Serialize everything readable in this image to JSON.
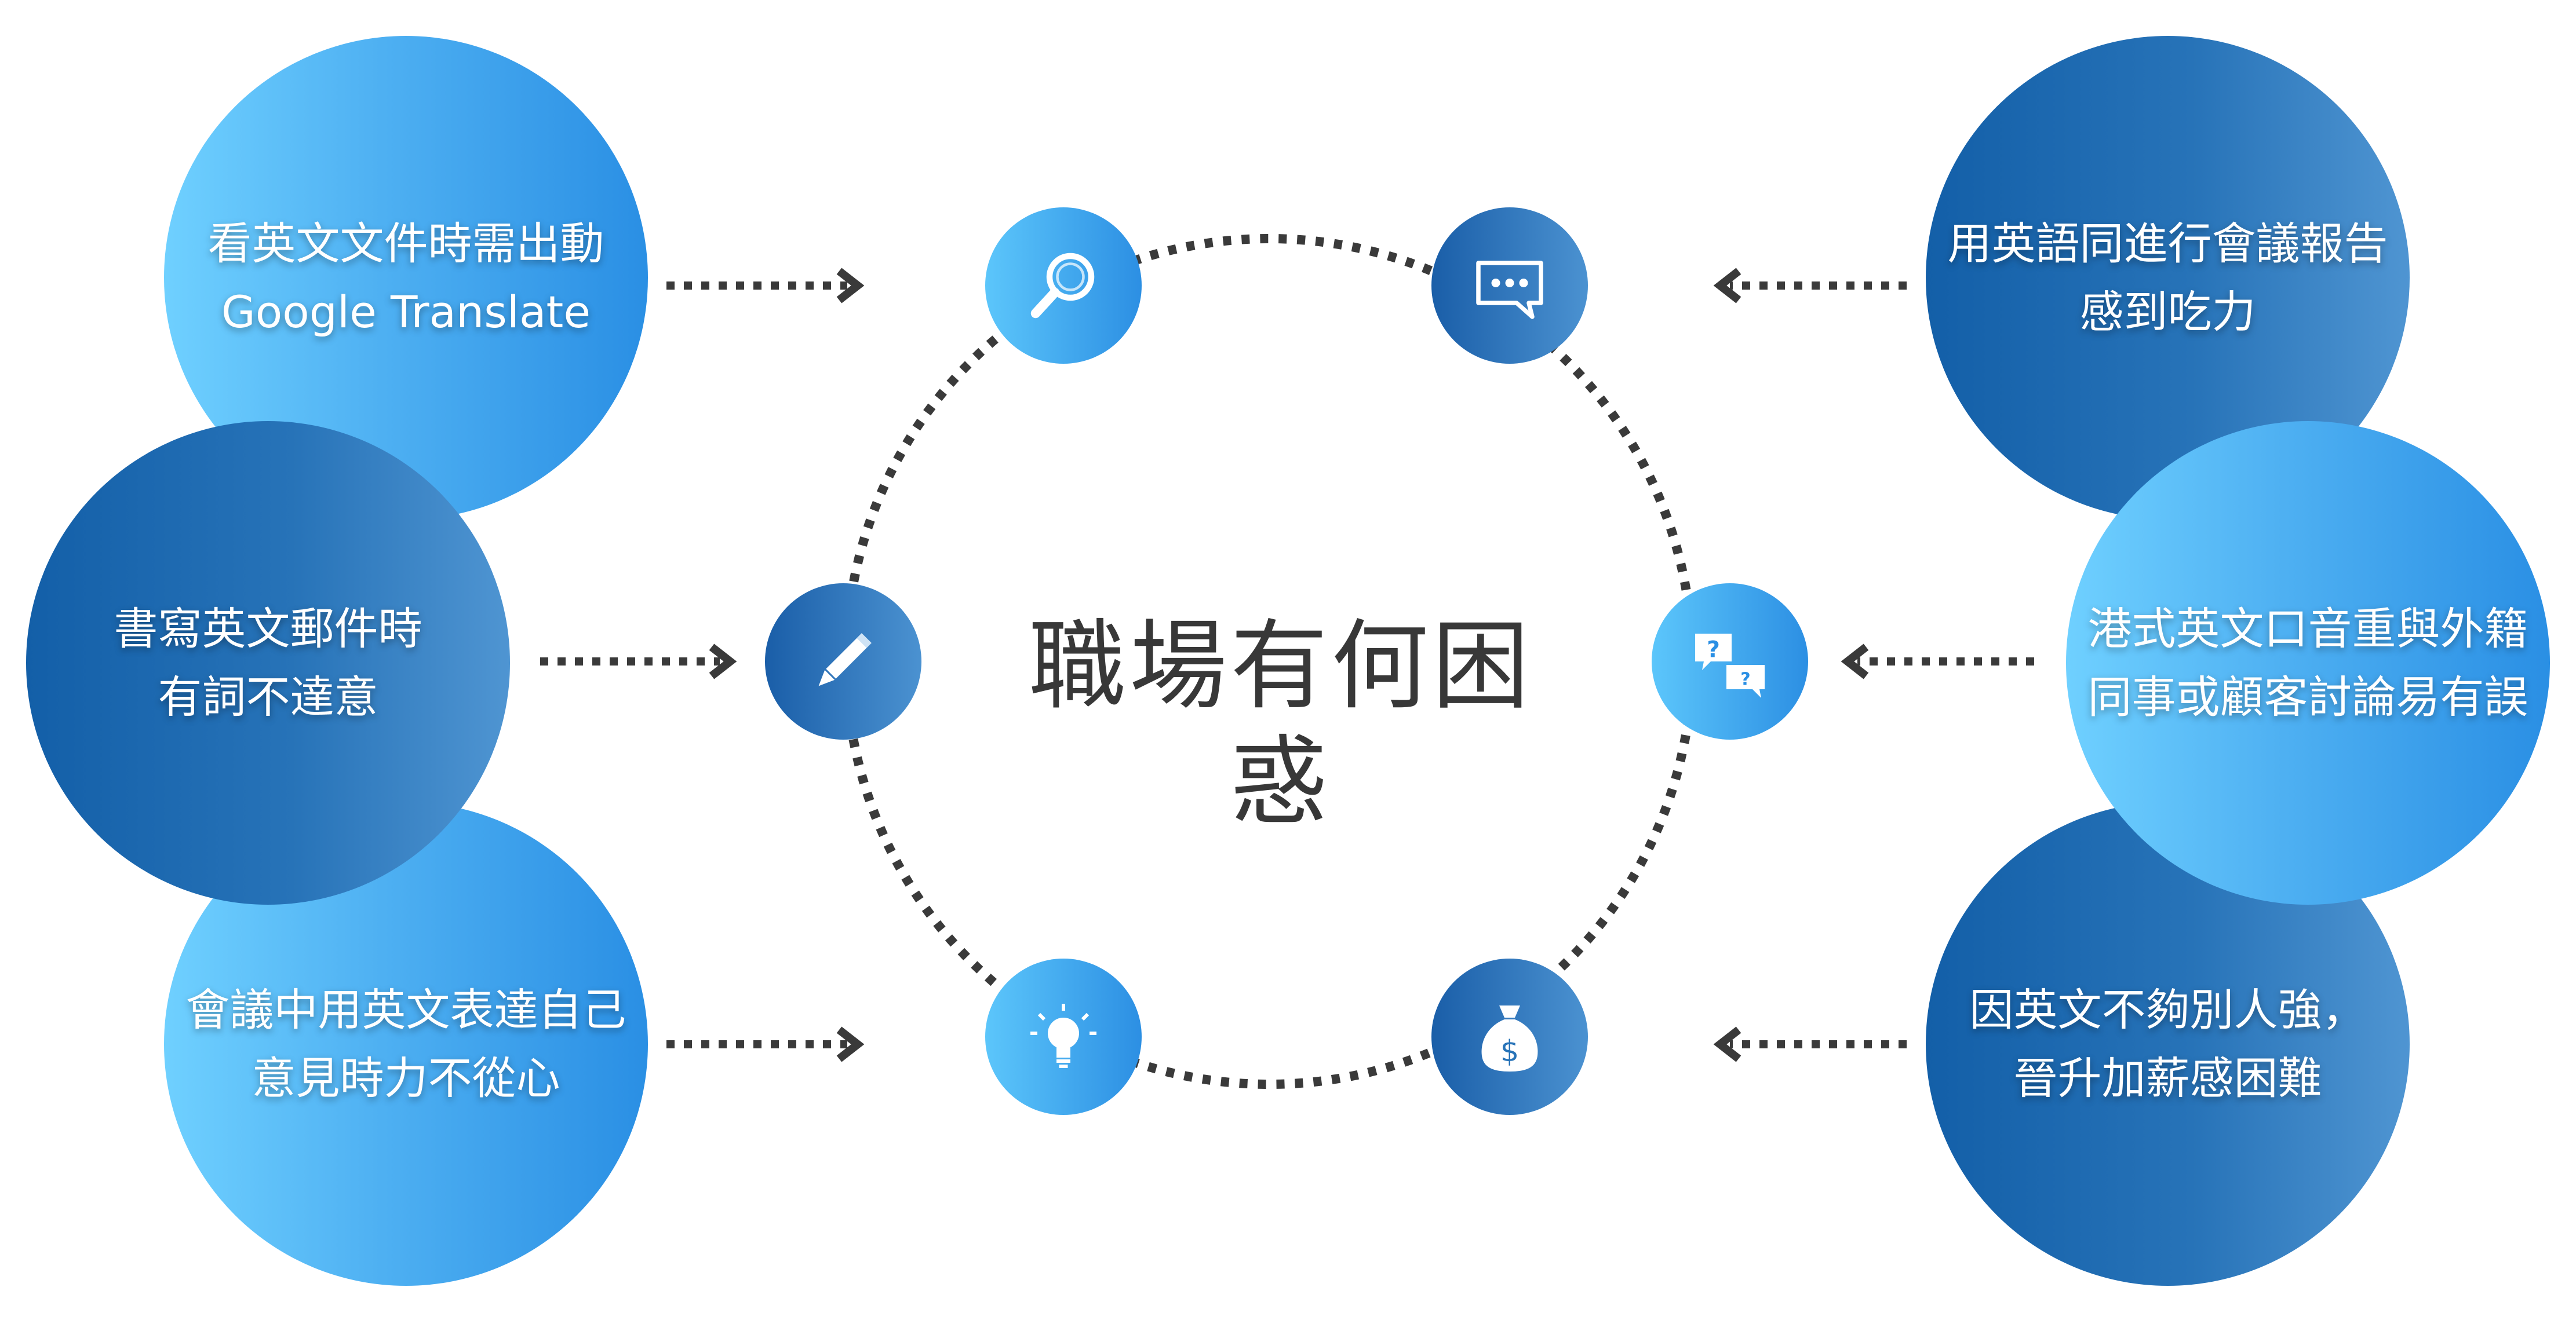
{
  "title": "職場有何困惑",
  "colors": {
    "light_gradient": [
      "#6fd0ff",
      "#2a8fe4"
    ],
    "dark_gradient": [
      "#135fa8",
      "#4f95d2"
    ],
    "connector": "#3a3a3a",
    "title": "#383838"
  },
  "left_items": [
    {
      "line1": "看英文文件時需出動",
      "line2": "Google Translate"
    },
    {
      "line1": "書寫英文郵件時",
      "line2": "有詞不達意"
    },
    {
      "line1": "會議中用英文表達自己",
      "line2": "意見時力不從心"
    }
  ],
  "right_items": [
    {
      "line1": "用英語同進行會議報告",
      "line2": "感到吃力"
    },
    {
      "line1": "港式英文口音重與外籍",
      "line2": "同事或顧客討論易有誤"
    },
    {
      "line1": "因英文不夠別人強，",
      "line2": "晉升加薪感困難"
    }
  ],
  "icons": [
    "search-icon",
    "chat-icon",
    "pencil-icon",
    "question-chat-icon",
    "lightbulb-icon",
    "money-bag-icon"
  ]
}
